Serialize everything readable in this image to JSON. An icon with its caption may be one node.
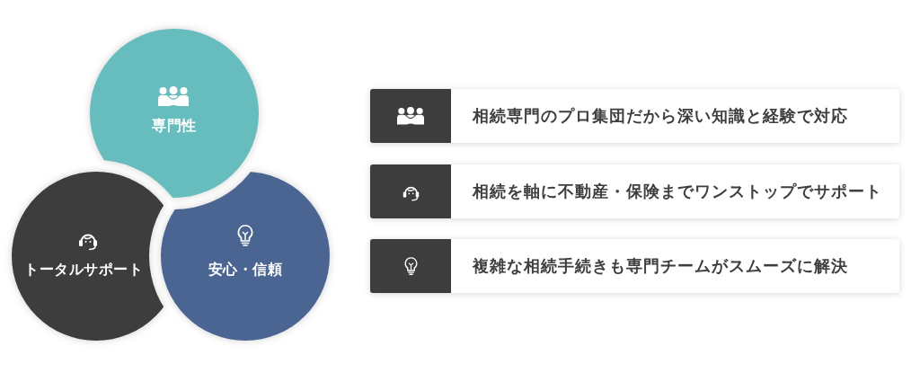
{
  "diagram": {
    "nodes": [
      {
        "text": [
          "専門性"
        ]
      },
      {
        "text": [
          "トータルサポート"
        ]
      },
      {
        "text": [
          "安心・信頼"
        ]
      },
      {
        "text": [
          "相続専門のプロ集団だから深い知識と経験で対応"
        ]
      },
      {
        "text": [
          "相続を軸に不動産・保険までワンストップでサポート"
        ]
      },
      {
        "text": [
          "複雑な相続手続きも専門チームがスムーズに解決"
        ]
      }
    ]
  }
}
